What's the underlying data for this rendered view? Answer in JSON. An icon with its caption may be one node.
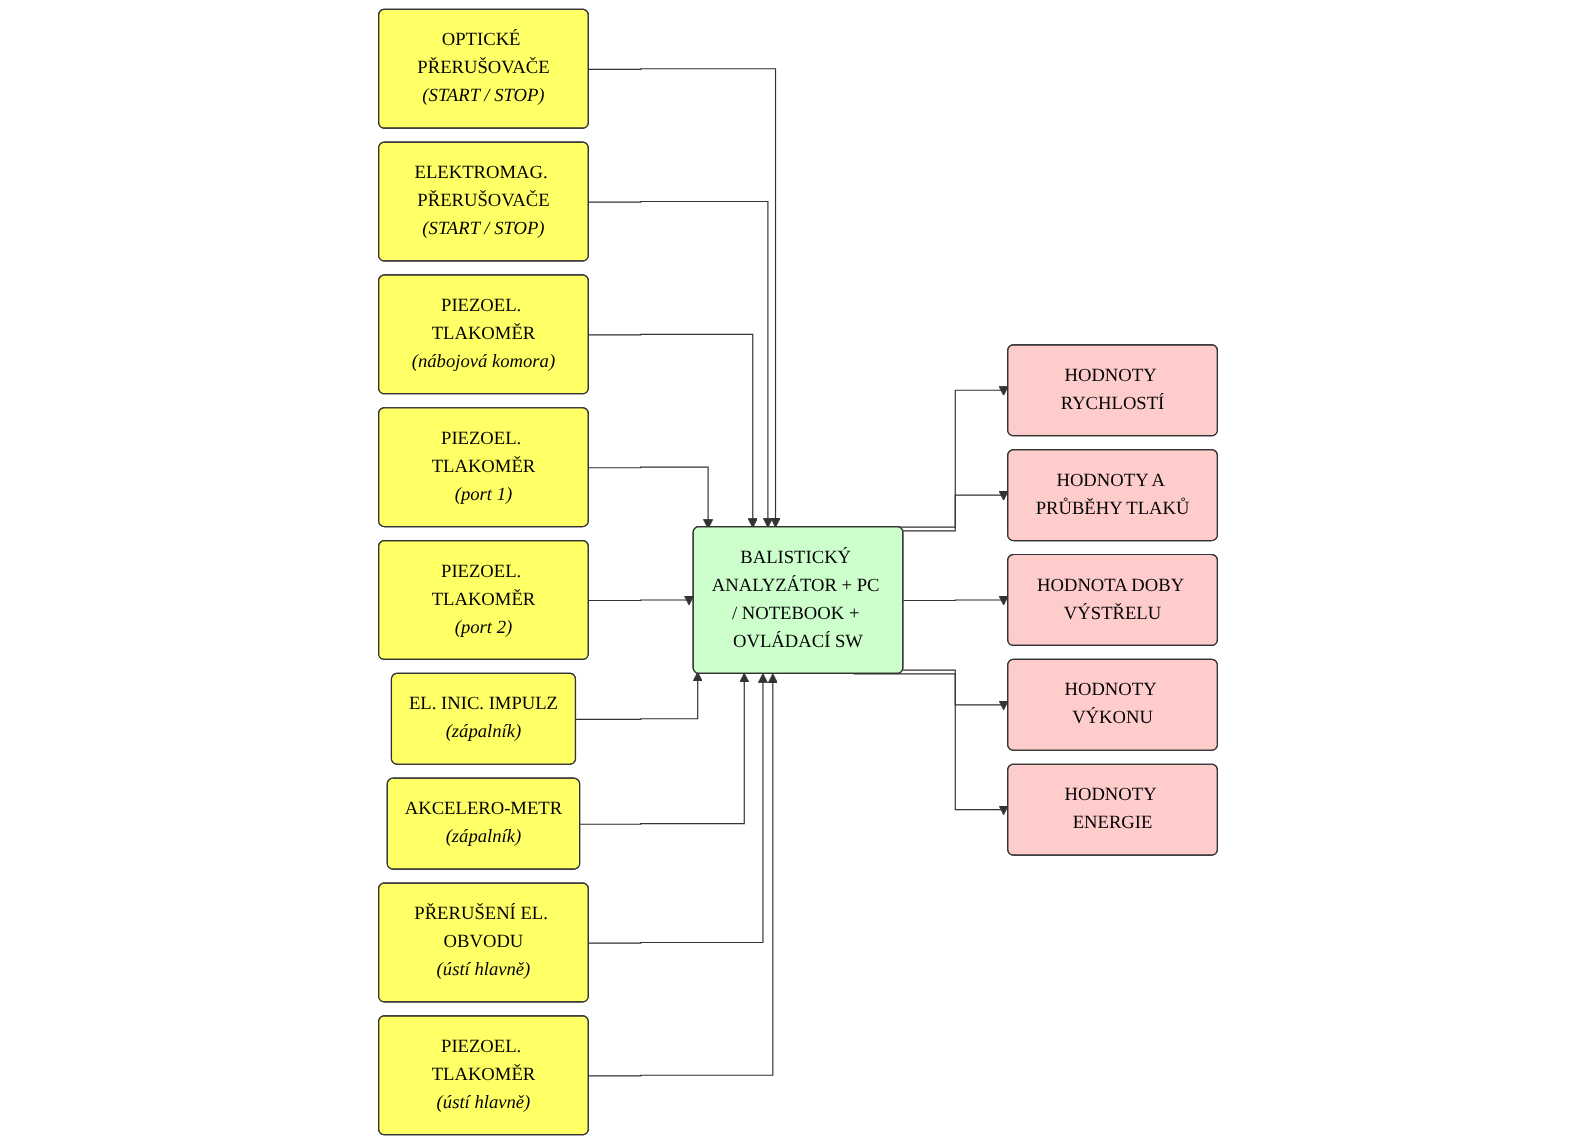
{
  "diagram": {
    "nodes": [
      {
        "text": [
          "OPTICKÉ PŘERUŠOVAČE",
          "(START / STOP)"
        ]
      },
      {
        "text": [
          "ELEKTROMAG. PŘERUŠOVAČE",
          "(START / STOP)"
        ]
      },
      {
        "text": [
          "PIEZOEL. TLAKOMĚR",
          "(nábojová komora)"
        ]
      },
      {
        "text": [
          "PIEZOEL. TLAKOMĚR",
          "(port 1)"
        ]
      },
      {
        "text": [
          "PIEZOEL. TLAKOMĚR",
          "(port 2)"
        ]
      },
      {
        "text": [
          "EL. INIC. IMPULZ",
          "(zápalník)"
        ]
      },
      {
        "text": [
          "AKCELERO-METR",
          "(zápalník)"
        ]
      },
      {
        "text": [
          "PŘERUŠENÍ EL. OBVODU",
          "(ústí hlavně)"
        ]
      },
      {
        "text": [
          "PIEZOEL. TLAKOMĚR",
          "(ústí hlavně)"
        ]
      },
      {
        "text": [
          "BALISTICKÝ ANALYZÁTOR + PC / NOTEBOOK + OVLÁDACÍ SW"
        ]
      },
      {
        "text": [
          "HODNOTY RYCHLOSTÍ"
        ]
      },
      {
        "text": [
          "HODNOTY A PRŮBĚHY TLAKŮ"
        ]
      },
      {
        "text": [
          "HODNOTA DOBY VÝSTŘELU"
        ]
      },
      {
        "text": [
          "HODNOTY VÝKONU"
        ]
      },
      {
        "text": [
          "HODNOTY ENERGIE"
        ]
      }
    ],
    "edges": [
      {
        "from": 0,
        "to": 9,
        "arrow": "to"
      },
      {
        "from": 1,
        "to": 9,
        "arrow": "to"
      },
      {
        "from": 2,
        "to": 9,
        "arrow": "to"
      },
      {
        "from": 3,
        "to": 9,
        "arrow": "to"
      },
      {
        "from": 4,
        "to": 9,
        "arrow": "to"
      },
      {
        "from": 5,
        "to": 9,
        "arrow": "to"
      },
      {
        "from": 6,
        "to": 9,
        "arrow": "to"
      },
      {
        "from": 7,
        "to": 9,
        "arrow": "to"
      },
      {
        "from": 8,
        "to": 9,
        "arrow": "to"
      },
      {
        "from": 9,
        "to": 10,
        "arrow": "to"
      },
      {
        "from": 9,
        "to": 11,
        "arrow": "to"
      },
      {
        "from": 9,
        "to": 12,
        "arrow": "to"
      },
      {
        "from": 9,
        "to": 13,
        "arrow": "to"
      },
      {
        "from": 9,
        "to": 14,
        "arrow": "to"
      }
    ]
  }
}
